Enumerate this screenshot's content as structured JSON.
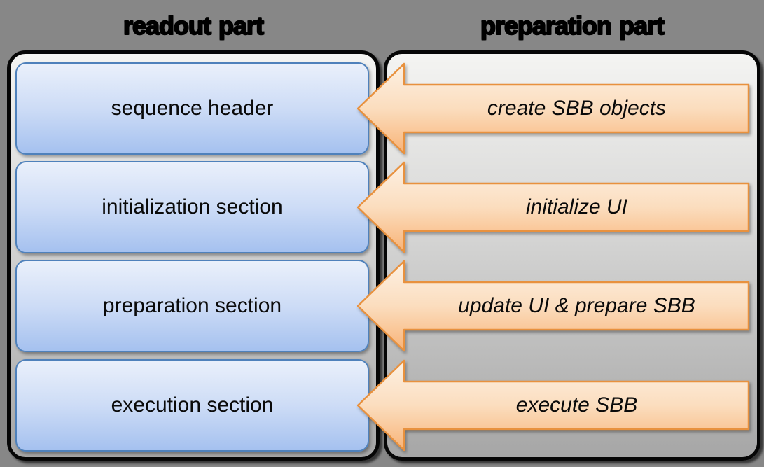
{
  "titles": {
    "left": "readout part",
    "right": "preparation part"
  },
  "readout_part": {
    "boxes": [
      {
        "label": "sequence header"
      },
      {
        "label": "initialization section"
      },
      {
        "label": "preparation section"
      },
      {
        "label": "execution section"
      }
    ]
  },
  "preparation_part": {
    "arrows": [
      {
        "label": "create SBB objects"
      },
      {
        "label": "initialize UI"
      },
      {
        "label": "update UI & prepare SBB"
      },
      {
        "label": "execute SBB"
      }
    ]
  },
  "colors": {
    "page_background": "#878787",
    "panel_fill_top": "#F4F4F2",
    "panel_fill_bottom": "#A6A6A6",
    "panel_border": "#060606",
    "box_fill_top": "#EAF0FB",
    "box_fill_bottom": "#A5C1EF",
    "box_border": "#4F81BB",
    "arrow_fill_top": "#FDF1E4",
    "arrow_fill_bottom": "#F8B377",
    "arrow_border": "#E8913E",
    "text": "#000000"
  }
}
